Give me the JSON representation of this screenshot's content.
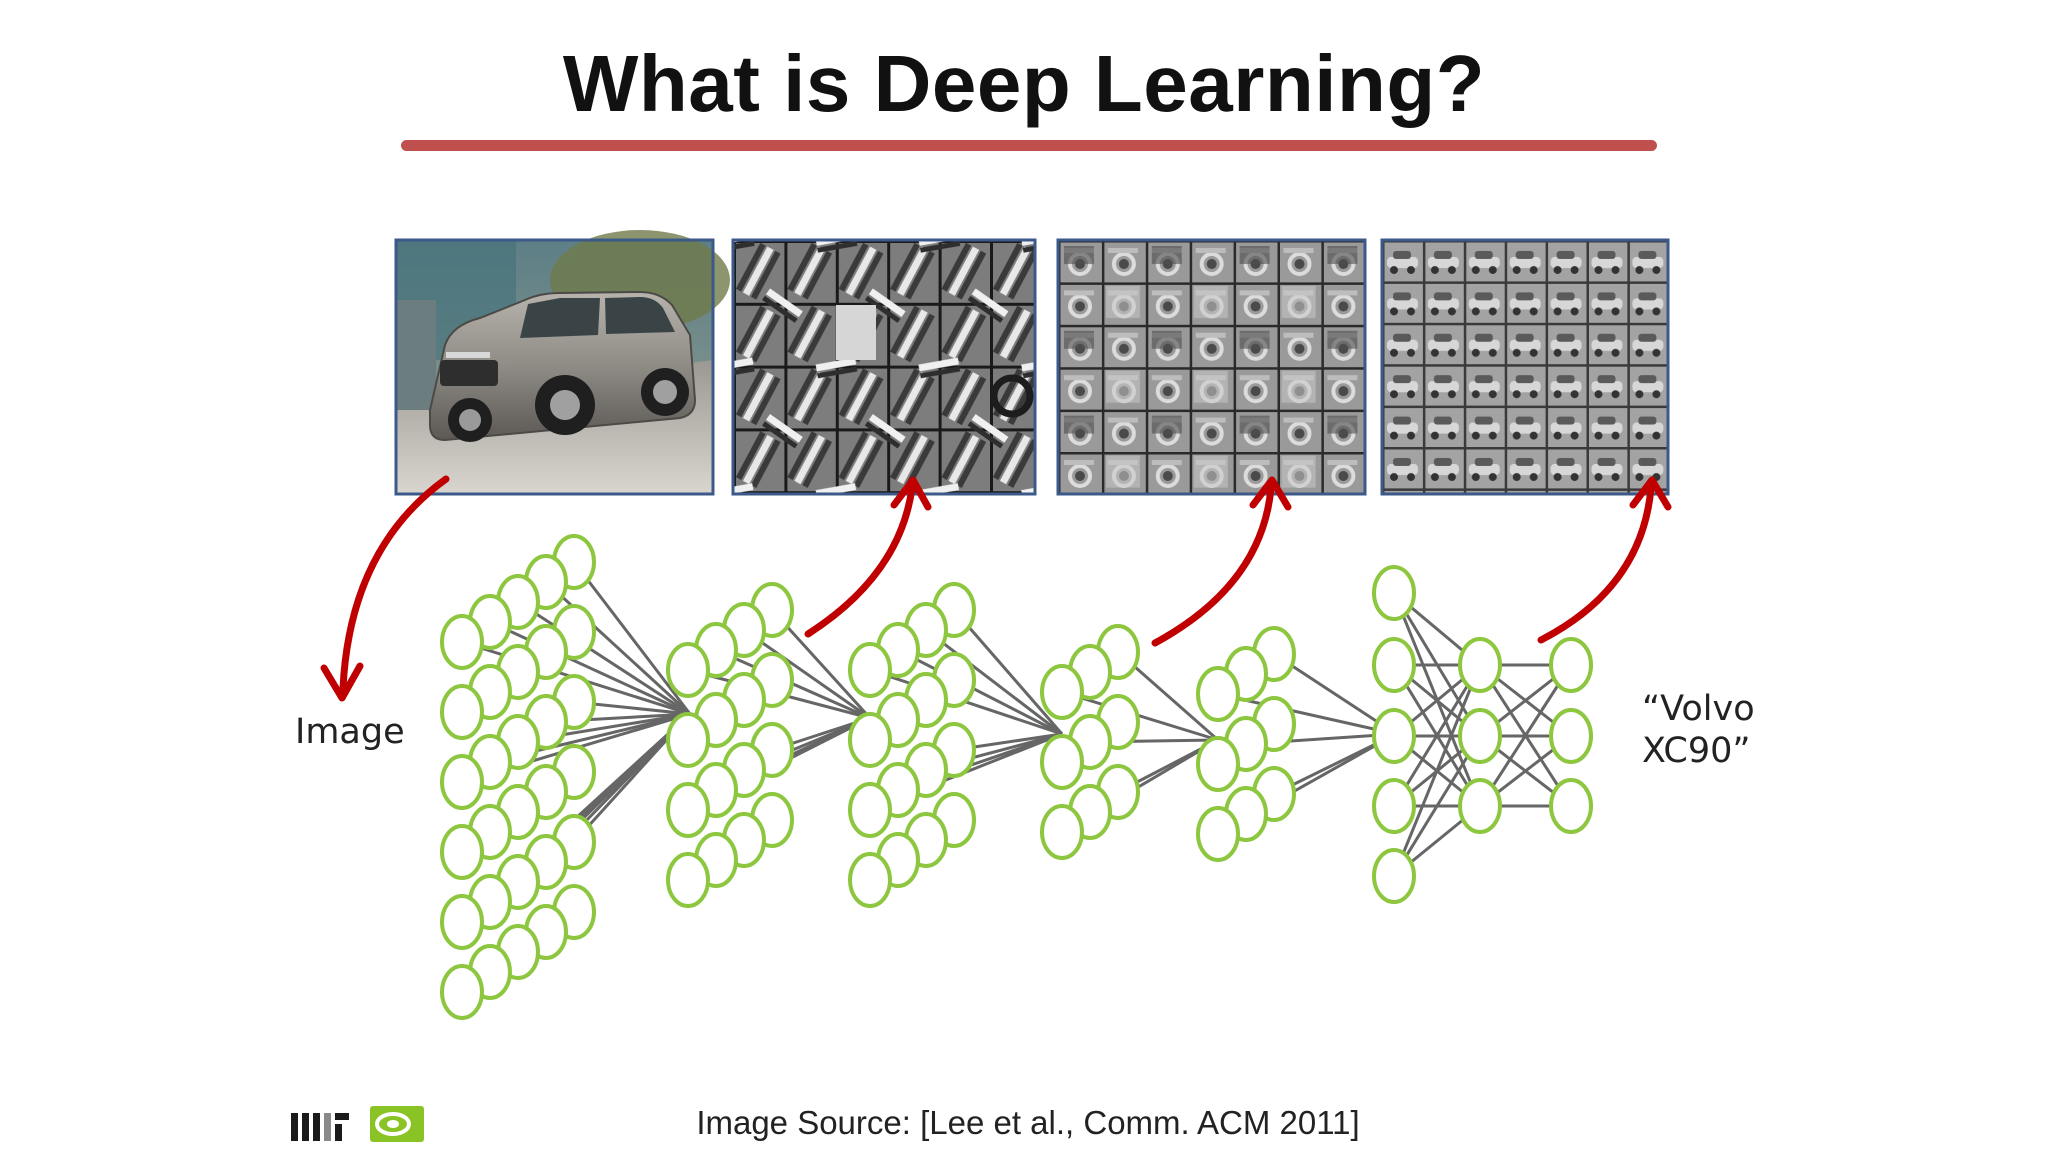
{
  "slide": {
    "title": "What is Deep Learning?",
    "input_label": "Image",
    "output_label_line1": "“Volvo",
    "output_label_line2": "XC90”",
    "source": "Image Source: [Lee et al., Comm. ACM 2011]"
  },
  "logos": {
    "left": "mit-logo",
    "right": "nvidia-logo"
  },
  "panels": [
    {
      "name": "input-image-panel",
      "depicts": "car photo"
    },
    {
      "name": "edge-features-panel",
      "depicts": "edge filters"
    },
    {
      "name": "part-features-panel",
      "depicts": "object parts"
    },
    {
      "name": "object-features-panel",
      "depicts": "car models"
    }
  ],
  "colors": {
    "title_rule": "#c0504d",
    "arrow": "#c00000",
    "neuron": "#8dc63f",
    "connection": "#666666",
    "panel_border": "#3b5a8a"
  }
}
